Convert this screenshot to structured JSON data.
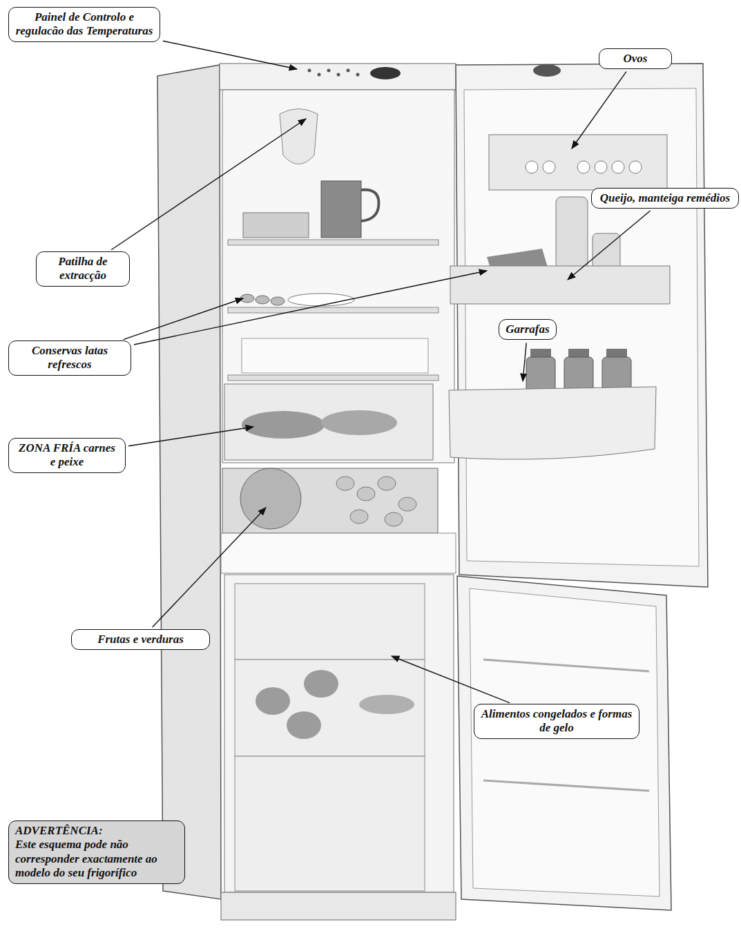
{
  "diagram": {
    "nodes": [
      {
        "text": [
          "Painel de Controlo e regulacão das Temperaturas"
        ]
      },
      {
        "text": [
          "Ovos"
        ]
      },
      {
        "text": [
          "Queijo, manteiga remédios"
        ]
      },
      {
        "text": [
          "Patilha de extracção"
        ]
      },
      {
        "text": [
          "Conservas latas refrescos"
        ]
      },
      {
        "text": [
          "Garrafas"
        ]
      },
      {
        "text": [
          "ZONA FRÍA carnes e peixe"
        ]
      },
      {
        "text": [
          "Frutas e verduras"
        ]
      },
      {
        "text": [
          "Alimentos congelados e formas de gelo"
        ]
      },
      {
        "text": [
          "ADVERTÊNCIA:",
          "Este esquema pode não corresponder exactamente ao modelo do seu frigorífico"
        ]
      }
    ]
  }
}
